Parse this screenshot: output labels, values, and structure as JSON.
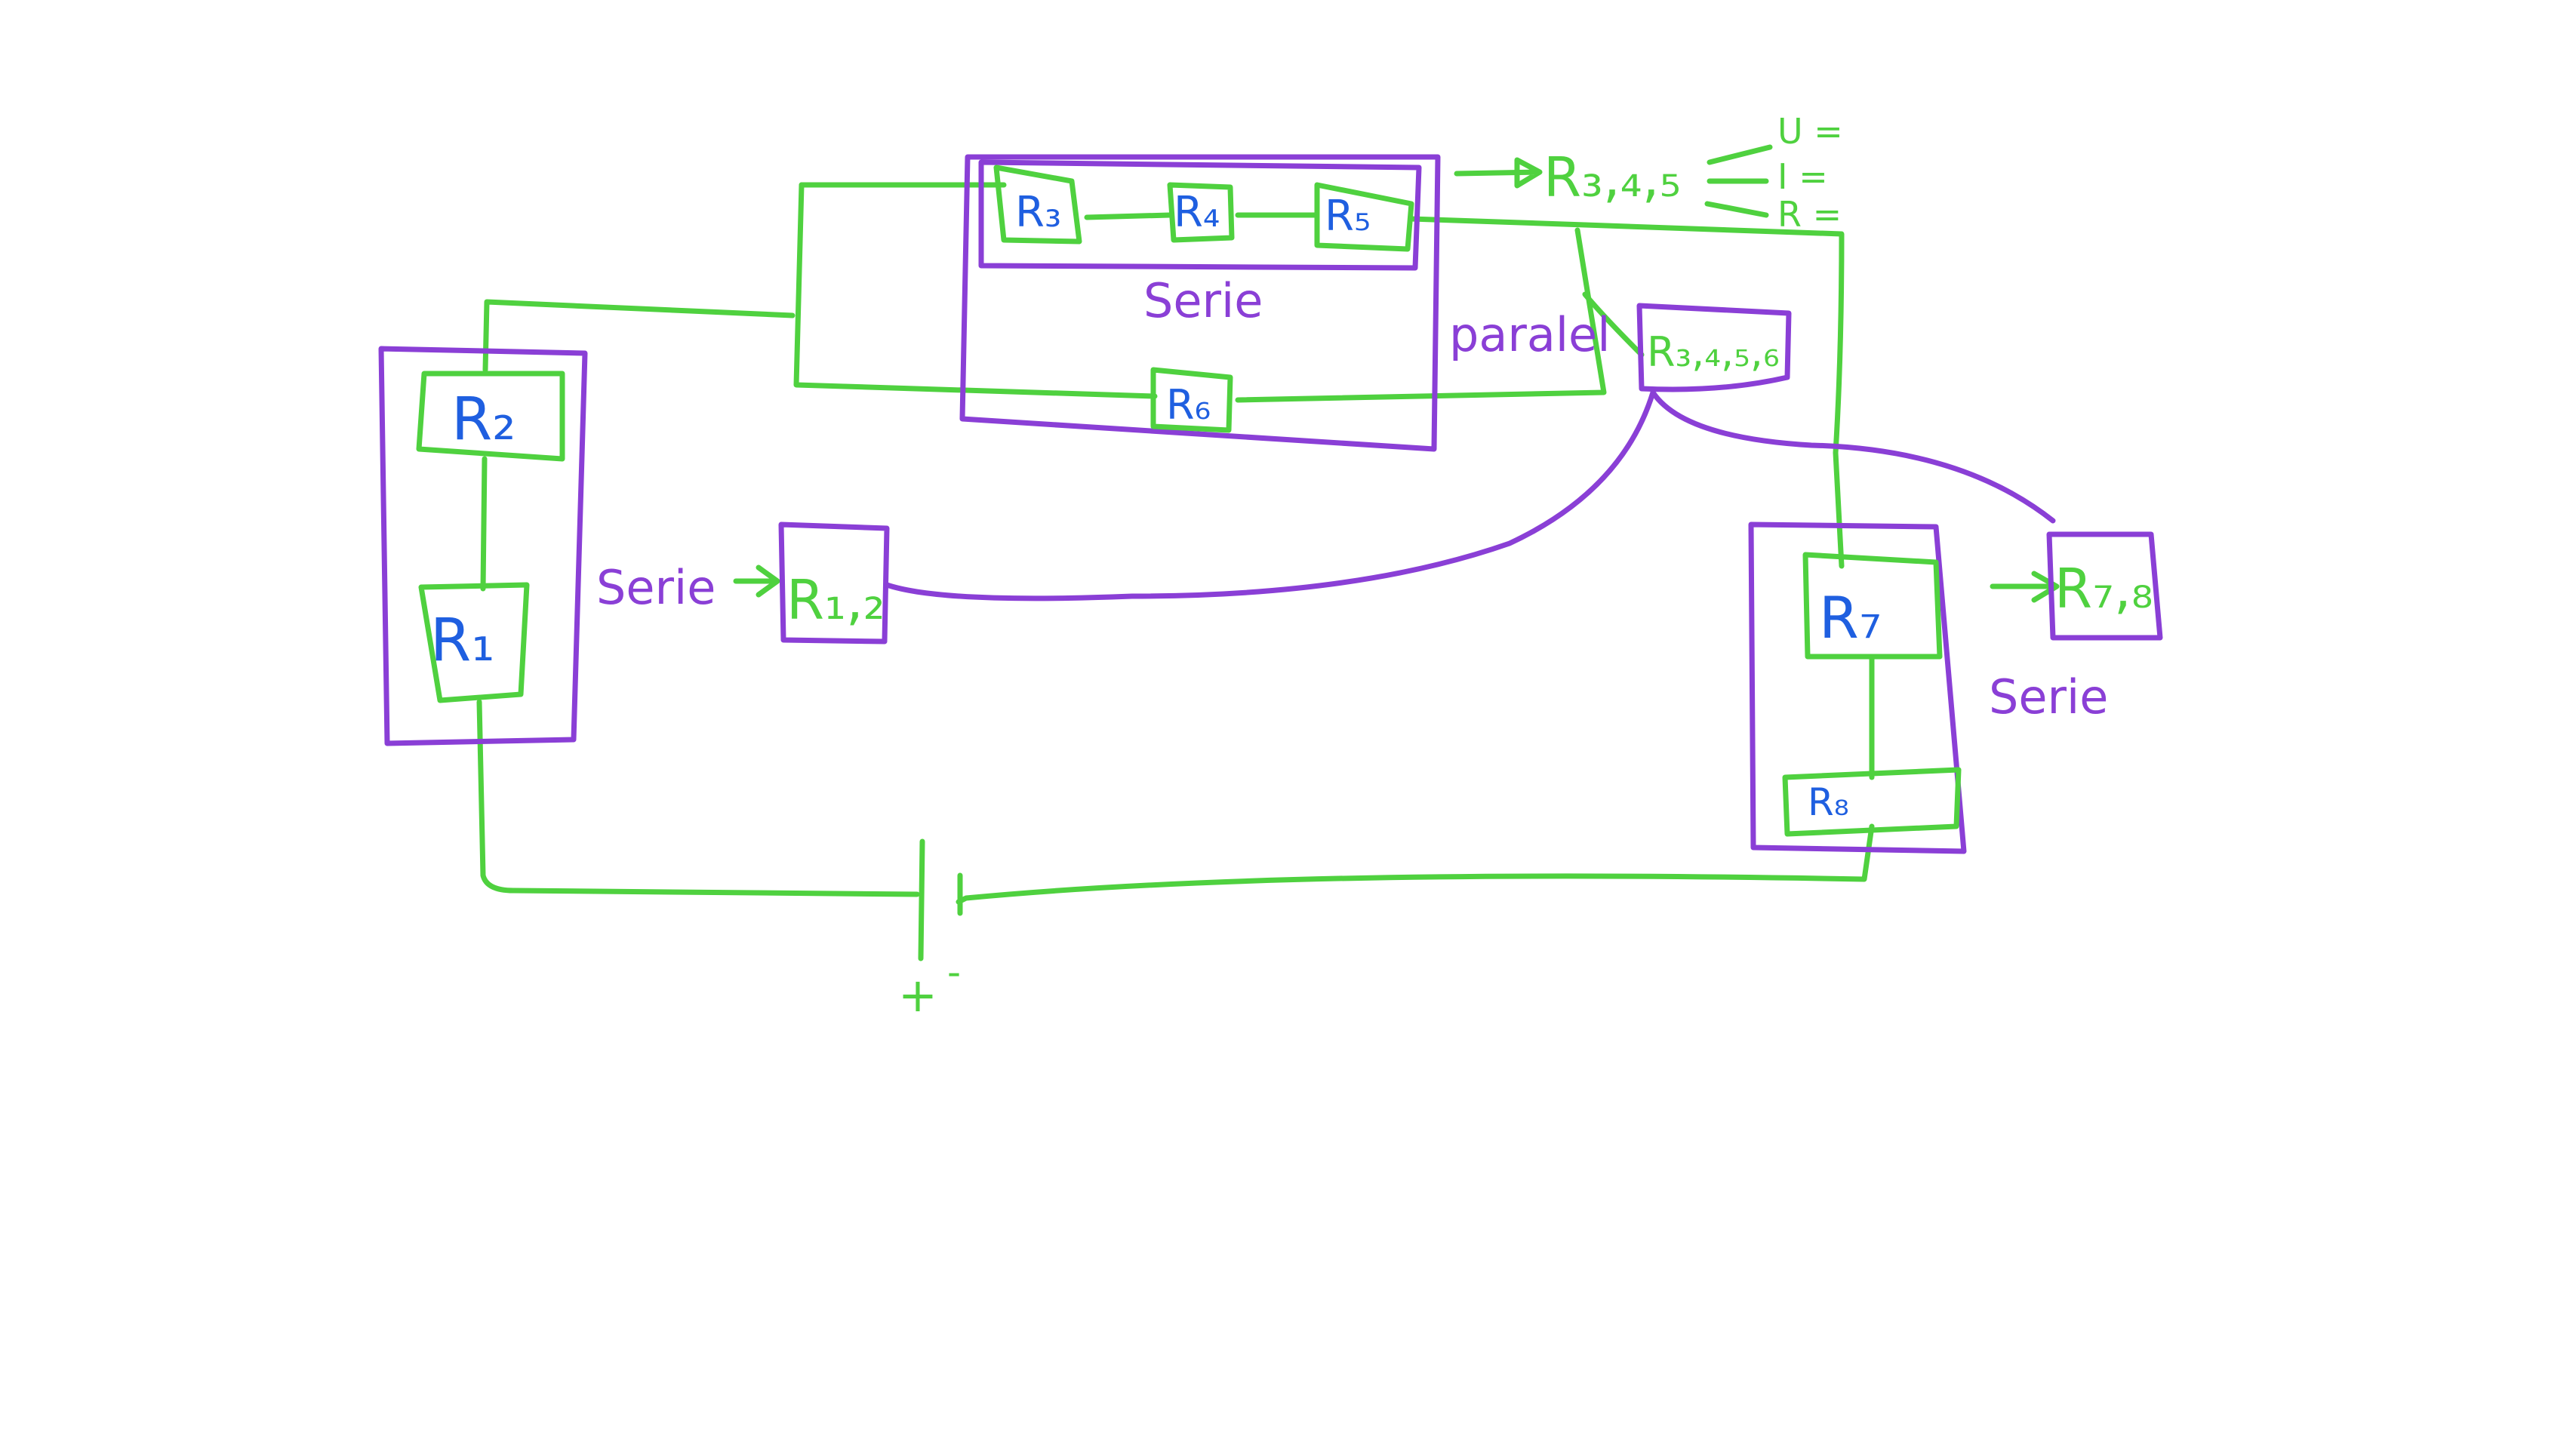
{
  "colors": {
    "wire": "#4fd13f",
    "group": "#8a3fd6",
    "resistor_label": "#1f5fe0"
  },
  "resistors": {
    "r1": "R₁",
    "r2": "R₂",
    "r3": "R₃",
    "r4": "R₄",
    "r5": "R₅",
    "r6": "R₆",
    "r7": "R₇",
    "r8": "R₈"
  },
  "equivalents": {
    "r12": "R₁,₂",
    "r3456": "R₃,₄,₅,₆",
    "r78": "R₇,₈",
    "r345": "R₃,₄,₅"
  },
  "notes": {
    "serie_top": "Serie",
    "serie_left": "Serie",
    "serie_right": "Serie",
    "parallel": "paralel",
    "u_eq": "U =",
    "i_eq": "I =",
    "r_eq": "R ="
  },
  "battery": {
    "plus": "+",
    "minus": "-"
  }
}
